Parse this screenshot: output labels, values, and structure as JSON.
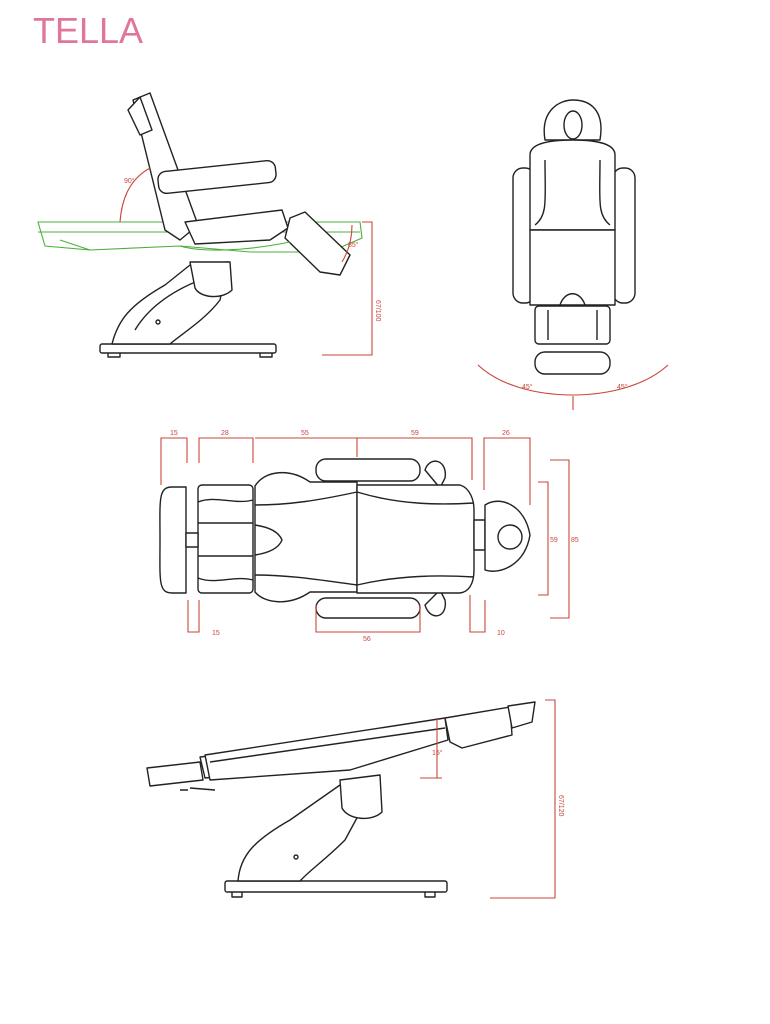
{
  "brand": "TELLA",
  "colors": {
    "brand": "#e0769a",
    "dimension": "#c9463b",
    "alt_position": "#4caf3c",
    "outline": "#222222"
  },
  "side_view_recline": {
    "backrest_angle": "90°",
    "legrest_angle": "85°",
    "height": "67/100"
  },
  "top_view_rotation": {
    "left": "45°",
    "right": "45°"
  },
  "plan_view": {
    "top": {
      "footrest": "15",
      "legrest": "28",
      "seat": "55",
      "backrest": "59",
      "headrest": "26"
    },
    "right": {
      "inner_width": "59",
      "outer_width": "85"
    },
    "bottom": {
      "gap_foot": "15",
      "armrest": "56",
      "gap_head": "10"
    }
  },
  "side_view_flat": {
    "tilt_angle": "15°",
    "height": "67/120"
  }
}
